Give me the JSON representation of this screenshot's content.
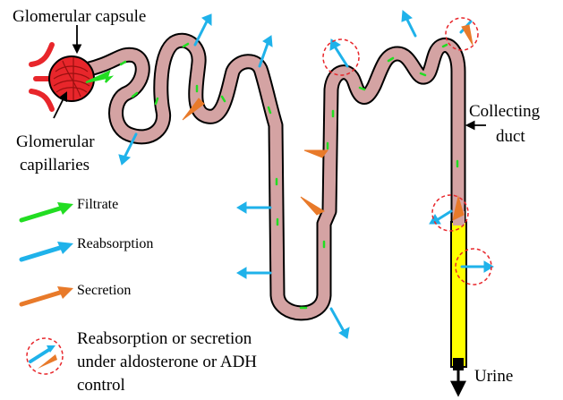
{
  "labels": {
    "glomerular_capsule": "Glomerular capsule",
    "glomerular_capillaries_line1": "Glomerular",
    "glomerular_capillaries_line2": "capillaries",
    "collecting_duct_line1": "Collecting",
    "collecting_duct_line2": "duct",
    "urine": "Urine"
  },
  "legend": {
    "filtrate": "Filtrate",
    "reabsorption": "Reabsorption",
    "secretion": "Secretion",
    "hormonal_line1": "Reabsorption or secretion",
    "hormonal_line2": "under aldosterone or ADH",
    "hormonal_line3": "control"
  },
  "colors": {
    "tubule_fill": "#d4a3a3",
    "tubule_outline": "#000000",
    "collecting_fill": "#ffff00",
    "capillary_red": "#e8262b",
    "filtrate": "#22dd22",
    "reabsorption": "#1fb2ea",
    "secretion": "#e87a2a",
    "hormone_circle": "#e8262b"
  }
}
